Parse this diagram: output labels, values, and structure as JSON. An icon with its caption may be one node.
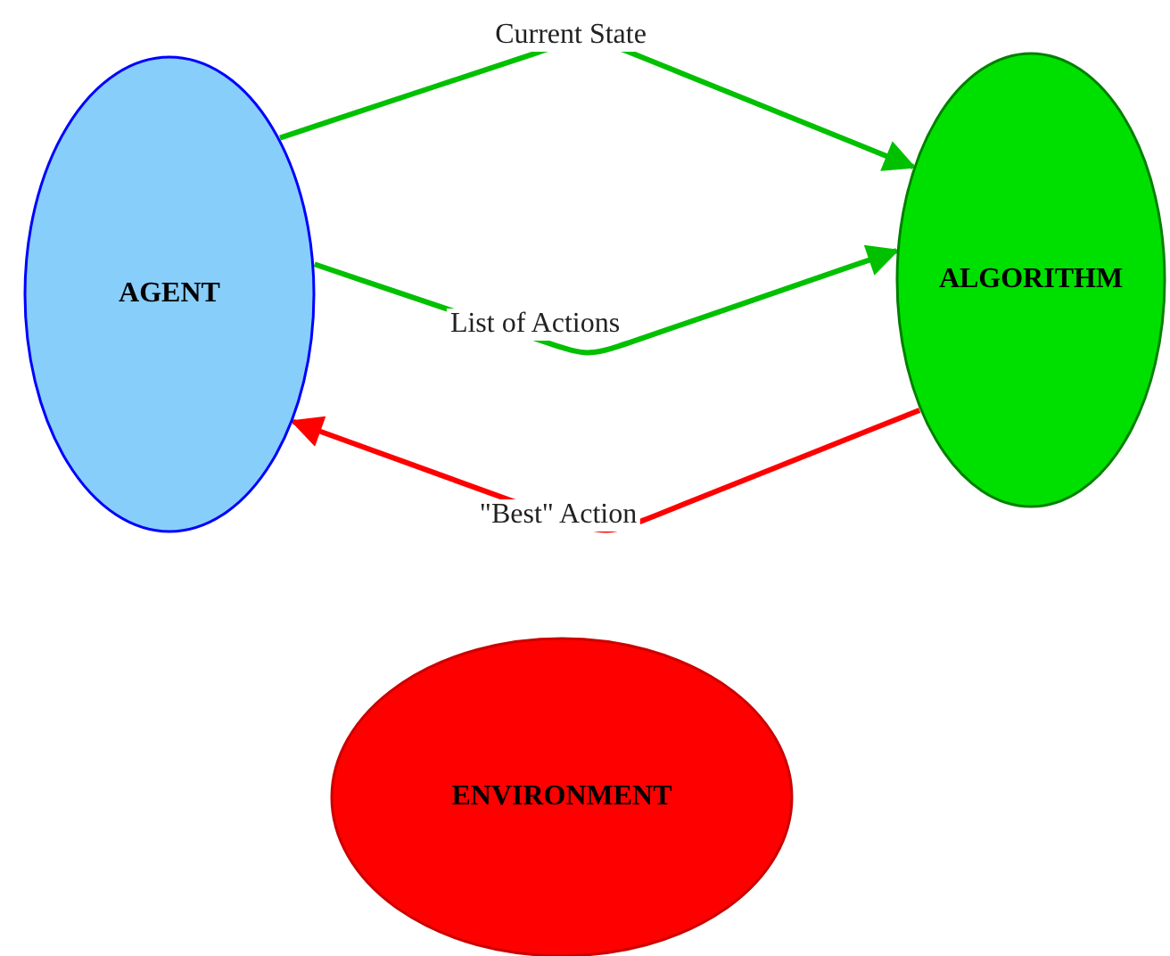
{
  "diagram": {
    "nodes": [
      {
        "text": [
          "AGENT"
        ]
      },
      {
        "text": [
          "ALGORITHM"
        ]
      },
      {
        "text": [
          "ENVIRONMENT"
        ]
      }
    ],
    "edges": [
      {
        "from": 0,
        "to": 1,
        "arrow": "to",
        "label": "Current State"
      },
      {
        "from": 0,
        "to": 1,
        "arrow": "to",
        "label": "List of Actions"
      },
      {
        "from": 1,
        "to": 0,
        "arrow": "to",
        "label": "\"Best\" Action",
        "color": "#ff0000"
      }
    ]
  }
}
